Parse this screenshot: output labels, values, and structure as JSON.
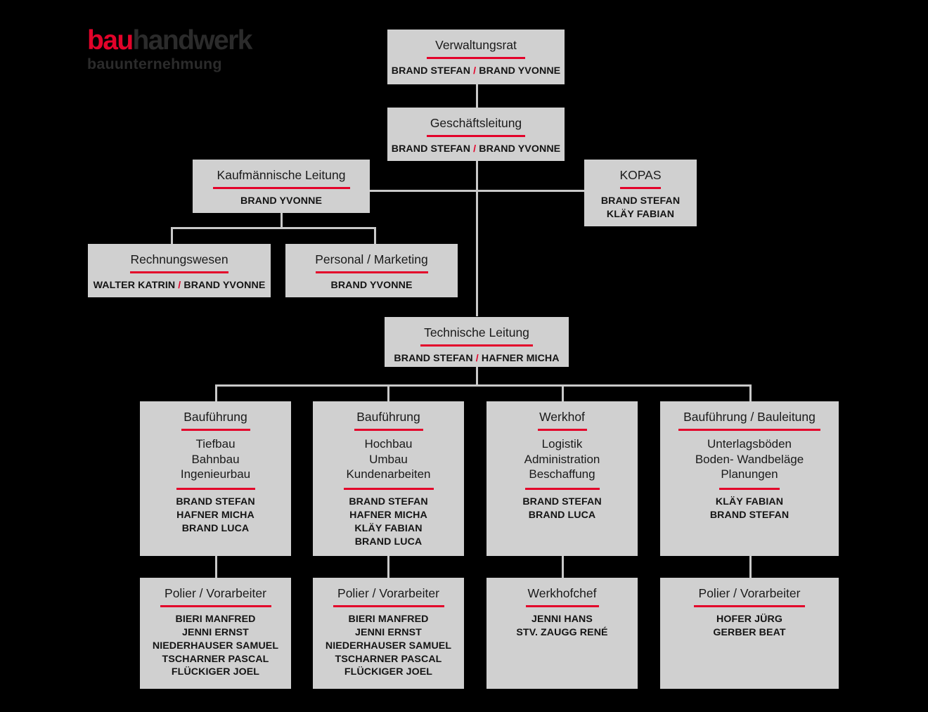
{
  "logo": {
    "accent_word": "bau",
    "rest_word": "handwerk",
    "subtitle": "bauunternehmung",
    "accent_color": "#e3032a"
  },
  "theme": {
    "background": "#000000",
    "box_fill": "#d0d0d0",
    "accent": "#e3032a",
    "connector": "#c9c9c9",
    "text": "#1a1a1a"
  },
  "chart_type": "org-chart",
  "nodes": {
    "verwaltungsrat": {
      "title": "Verwaltungsrat",
      "name_a": "BRAND STEFAN",
      "sep": "/",
      "name_b": "BRAND YVONNE"
    },
    "geschaeftsleitung": {
      "title": "Geschäftsleitung",
      "name_a": "BRAND STEFAN",
      "sep": "/",
      "name_b": "BRAND YVONNE"
    },
    "kaufmaennische_leitung": {
      "title": "Kaufmännische Leitung",
      "names": "BRAND YVONNE"
    },
    "kopas": {
      "title": "KOPAS",
      "name_1": "BRAND STEFAN",
      "name_2": "KLÄY FABIAN"
    },
    "rechnungswesen": {
      "title": "Rechnungswesen",
      "name_a": "WALTER KATRIN",
      "sep": "/",
      "name_b": "BRAND YVONNE"
    },
    "personal_marketing": {
      "title": "Personal / Marketing",
      "names": "BRAND YVONNE"
    },
    "technische_leitung": {
      "title": "Technische Leitung",
      "name_a": "BRAND STEFAN",
      "sep": "/",
      "name_b": "HAFNER MICHA"
    },
    "bauführung_tiefbau": {
      "title": "Bauführung",
      "sub_1": "Tiefbau",
      "sub_2": "Bahnbau",
      "sub_3": "Ingenieurbau",
      "name_1": "BRAND STEFAN",
      "name_2": "HAFNER MICHA",
      "name_3": "BRAND LUCA"
    },
    "bauführung_hochbau": {
      "title": "Bauführung",
      "sub_1": "Hochbau",
      "sub_2": "Umbau",
      "sub_3": "Kundenarbeiten",
      "name_1": "BRAND STEFAN",
      "name_2": "HAFNER MICHA",
      "name_3": "KLÄY FABIAN",
      "name_4": "BRAND LUCA"
    },
    "werkhof": {
      "title": "Werkhof",
      "sub_1": "Logistik",
      "sub_2": "Administration",
      "sub_3": "Beschaffung",
      "name_1": "BRAND STEFAN",
      "name_2": "BRAND LUCA"
    },
    "bauführung_bauleitung": {
      "title": "Bauführung / Bauleitung",
      "sub_1": "Unterlagsböden",
      "sub_2": "Boden- Wandbeläge",
      "sub_3": "Planungen",
      "name_1": "KLÄY FABIAN",
      "name_2": "BRAND STEFAN"
    },
    "polier_tiefbau": {
      "title": "Polier / Vorarbeiter",
      "name_1": "BIERI MANFRED",
      "name_2": "JENNI ERNST",
      "name_3": "NIEDERHAUSER SAMUEL",
      "name_4": "TSCHARNER PASCAL",
      "name_5": "FLÜCKIGER JOEL"
    },
    "polier_hochbau": {
      "title": "Polier / Vorarbeiter",
      "name_1": "BIERI MANFRED",
      "name_2": "JENNI ERNST",
      "name_3": "NIEDERHAUSER SAMUEL",
      "name_4": "TSCHARNER PASCAL",
      "name_5": "FLÜCKIGER JOEL"
    },
    "werkhofchef": {
      "title": "Werkhofchef",
      "name_1": "JENNI HANS",
      "name_2": "STV. ZAUGG RENÉ"
    },
    "polier_bauleitung": {
      "title": "Polier / Vorarbeiter",
      "name_1": "HOFER JÜRG",
      "name_2": "GERBER BEAT"
    }
  }
}
